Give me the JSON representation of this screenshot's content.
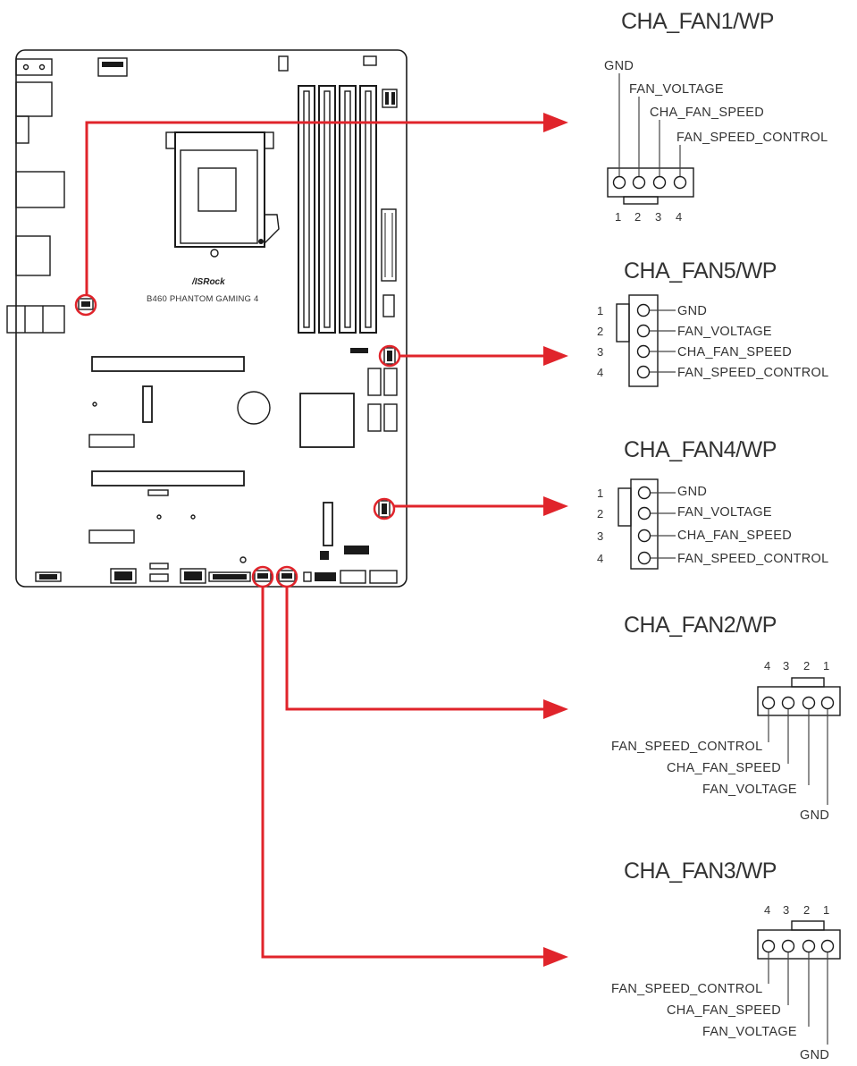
{
  "board": {
    "brand": "/ISRock",
    "model": "B460 PHANTOM GAMING 4"
  },
  "headers": [
    {
      "title": "CHA_FAN1/WP",
      "pin_numbers": [
        "1",
        "2",
        "3",
        "4"
      ],
      "signals": [
        "GND",
        "FAN_VOLTAGE",
        "CHA_FAN_SPEED",
        "FAN_SPEED_CONTROL"
      ]
    },
    {
      "title": "CHA_FAN5/WP",
      "pin_numbers": [
        "1",
        "2",
        "3",
        "4"
      ],
      "signals": [
        "GND",
        "FAN_VOLTAGE",
        "CHA_FAN_SPEED",
        "FAN_SPEED_CONTROL"
      ]
    },
    {
      "title": "CHA_FAN4/WP",
      "pin_numbers": [
        "1",
        "2",
        "3",
        "4"
      ],
      "signals": [
        "GND",
        "FAN_VOLTAGE",
        "CHA_FAN_SPEED",
        "FAN_SPEED_CONTROL"
      ]
    },
    {
      "title": "CHA_FAN2/WP",
      "pin_numbers": [
        "4",
        "3",
        "2",
        "1"
      ],
      "signals": [
        "FAN_SPEED_CONTROL",
        "CHA_FAN_SPEED",
        "FAN_VOLTAGE",
        "GND"
      ]
    },
    {
      "title": "CHA_FAN3/WP",
      "pin_numbers": [
        "4",
        "3",
        "2",
        "1"
      ],
      "signals": [
        "FAN_SPEED_CONTROL",
        "CHA_FAN_SPEED",
        "FAN_VOLTAGE",
        "GND"
      ]
    }
  ],
  "colors": {
    "callout": "#e0242b",
    "line": "#1a1a1a",
    "text": "#333333"
  }
}
